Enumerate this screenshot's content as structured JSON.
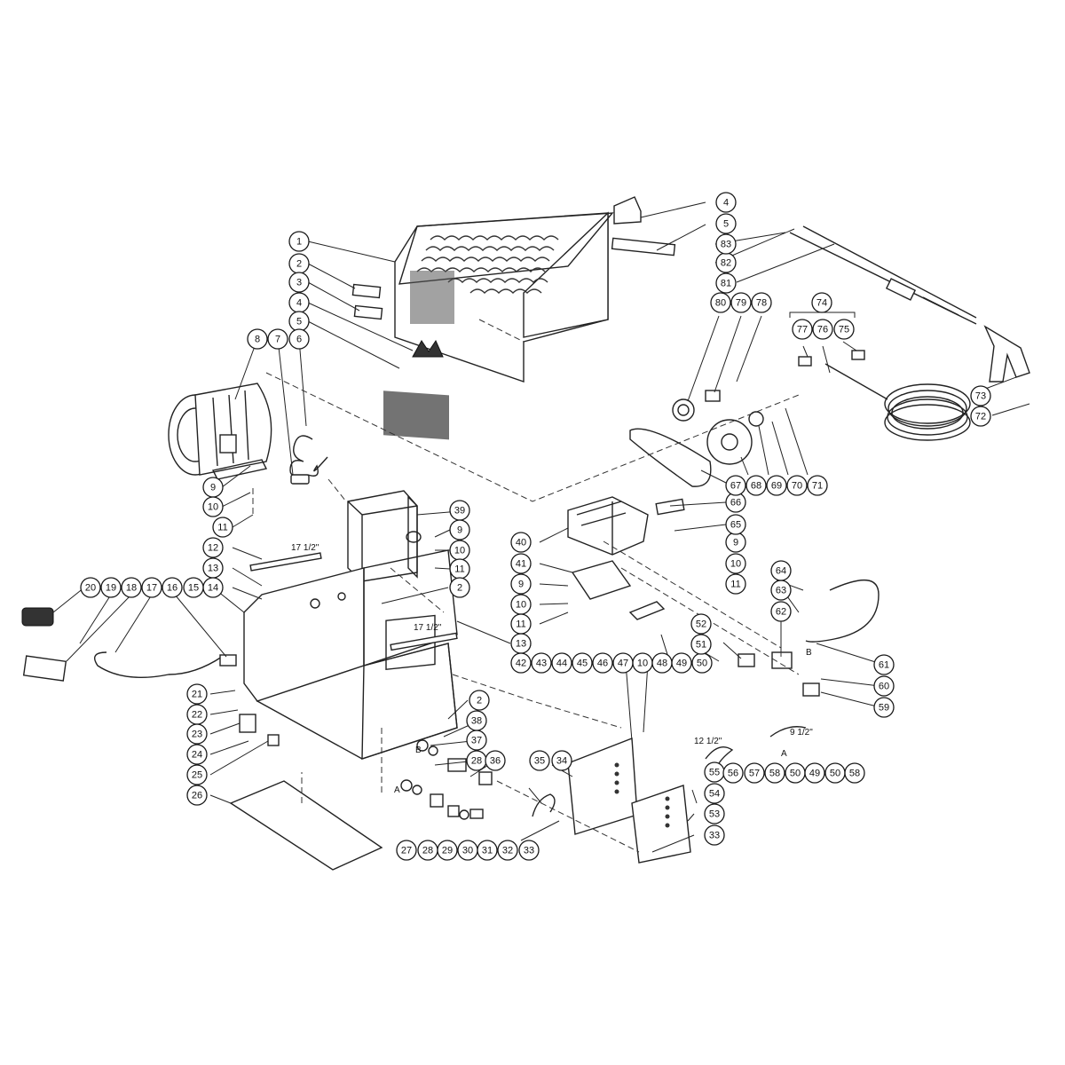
{
  "callouts": [
    {
      "id": "c1",
      "label": "1"
    },
    {
      "id": "c2",
      "label": "2"
    },
    {
      "id": "c3",
      "label": "3"
    },
    {
      "id": "c4",
      "label": "4"
    },
    {
      "id": "c5",
      "label": "5"
    },
    {
      "id": "c6",
      "label": "6"
    },
    {
      "id": "c7",
      "label": "7"
    },
    {
      "id": "c8",
      "label": "8"
    },
    {
      "id": "c9",
      "label": "9"
    },
    {
      "id": "c10",
      "label": "10"
    },
    {
      "id": "c11",
      "label": "11"
    },
    {
      "id": "c12",
      "label": "12"
    },
    {
      "id": "c13",
      "label": "13"
    },
    {
      "id": "c14",
      "label": "14"
    },
    {
      "id": "c15",
      "label": "15"
    },
    {
      "id": "c16",
      "label": "16"
    },
    {
      "id": "c17",
      "label": "17"
    },
    {
      "id": "c18",
      "label": "18"
    },
    {
      "id": "c19",
      "label": "19"
    },
    {
      "id": "c20",
      "label": "20"
    },
    {
      "id": "c21",
      "label": "21"
    },
    {
      "id": "c22",
      "label": "22"
    },
    {
      "id": "c23",
      "label": "23"
    },
    {
      "id": "c24",
      "label": "24"
    },
    {
      "id": "c25",
      "label": "25"
    },
    {
      "id": "c26",
      "label": "26"
    },
    {
      "id": "c27",
      "label": "27"
    },
    {
      "id": "c28a",
      "label": "28"
    },
    {
      "id": "c28b",
      "label": "28"
    },
    {
      "id": "c29",
      "label": "29"
    },
    {
      "id": "c30",
      "label": "30"
    },
    {
      "id": "c31",
      "label": "31"
    },
    {
      "id": "c32",
      "label": "32"
    },
    {
      "id": "c33a",
      "label": "33"
    },
    {
      "id": "c33b",
      "label": "33"
    },
    {
      "id": "c34",
      "label": "34"
    },
    {
      "id": "c35",
      "label": "35"
    },
    {
      "id": "c36",
      "label": "36"
    },
    {
      "id": "c37",
      "label": "37"
    },
    {
      "id": "c38",
      "label": "38"
    },
    {
      "id": "c39",
      "label": "39"
    },
    {
      "id": "c9b",
      "label": "9"
    },
    {
      "id": "c10b",
      "label": "10"
    },
    {
      "id": "c11b",
      "label": "11"
    },
    {
      "id": "c2b",
      "label": "2"
    },
    {
      "id": "c13b",
      "label": "13"
    },
    {
      "id": "c2c",
      "label": "2"
    },
    {
      "id": "c40",
      "label": "40"
    },
    {
      "id": "c41",
      "label": "41"
    },
    {
      "id": "c9c",
      "label": "9"
    },
    {
      "id": "c10c",
      "label": "10"
    },
    {
      "id": "c11c",
      "label": "11"
    },
    {
      "id": "c42",
      "label": "42"
    },
    {
      "id": "c43",
      "label": "43"
    },
    {
      "id": "c44",
      "label": "44"
    },
    {
      "id": "c45",
      "label": "45"
    },
    {
      "id": "c46",
      "label": "46"
    },
    {
      "id": "c47",
      "label": "47"
    },
    {
      "id": "c10d",
      "label": "10"
    },
    {
      "id": "c48",
      "label": "48"
    },
    {
      "id": "c49",
      "label": "49"
    },
    {
      "id": "c50",
      "label": "50"
    },
    {
      "id": "c51",
      "label": "51"
    },
    {
      "id": "c52",
      "label": "52"
    },
    {
      "id": "c9d",
      "label": "9"
    },
    {
      "id": "c10e",
      "label": "10"
    },
    {
      "id": "c11d",
      "label": "11"
    },
    {
      "id": "c53",
      "label": "53"
    },
    {
      "id": "c54",
      "label": "54"
    },
    {
      "id": "c55",
      "label": "55"
    },
    {
      "id": "c56",
      "label": "56"
    },
    {
      "id": "c57",
      "label": "57"
    },
    {
      "id": "c58a",
      "label": "58"
    },
    {
      "id": "c50b",
      "label": "50"
    },
    {
      "id": "c49b",
      "label": "49"
    },
    {
      "id": "c50c",
      "label": "50"
    },
    {
      "id": "c58b",
      "label": "58"
    },
    {
      "id": "c59",
      "label": "59"
    },
    {
      "id": "c60",
      "label": "60"
    },
    {
      "id": "c61",
      "label": "61"
    },
    {
      "id": "c62",
      "label": "62"
    },
    {
      "id": "c63",
      "label": "63"
    },
    {
      "id": "c64",
      "label": "64"
    },
    {
      "id": "c65",
      "label": "65"
    },
    {
      "id": "c66",
      "label": "66"
    },
    {
      "id": "c67",
      "label": "67"
    },
    {
      "id": "c68",
      "label": "68"
    },
    {
      "id": "c69",
      "label": "69"
    },
    {
      "id": "c70",
      "label": "70"
    },
    {
      "id": "c71",
      "label": "71"
    },
    {
      "id": "c72",
      "label": "72"
    },
    {
      "id": "c73",
      "label": "73"
    },
    {
      "id": "c74",
      "label": "74"
    },
    {
      "id": "c75",
      "label": "75"
    },
    {
      "id": "c76",
      "label": "76"
    },
    {
      "id": "c77",
      "label": "77"
    },
    {
      "id": "c78",
      "label": "78"
    },
    {
      "id": "c79",
      "label": "79"
    },
    {
      "id": "c80",
      "label": "80"
    },
    {
      "id": "c81",
      "label": "81"
    },
    {
      "id": "c82",
      "label": "82"
    },
    {
      "id": "c83",
      "label": "83"
    },
    {
      "id": "c4b",
      "label": "4"
    },
    {
      "id": "c5b",
      "label": "5"
    }
  ],
  "dimensions": {
    "rail_top": "17 1/2\"",
    "rail_front": "17 1/2\"",
    "hose_left": "12 1/2\"",
    "hose_right": "9 1/2\""
  },
  "letters": {
    "a_left": "A",
    "b_left": "B",
    "a_right": "A",
    "b_right": "B"
  }
}
